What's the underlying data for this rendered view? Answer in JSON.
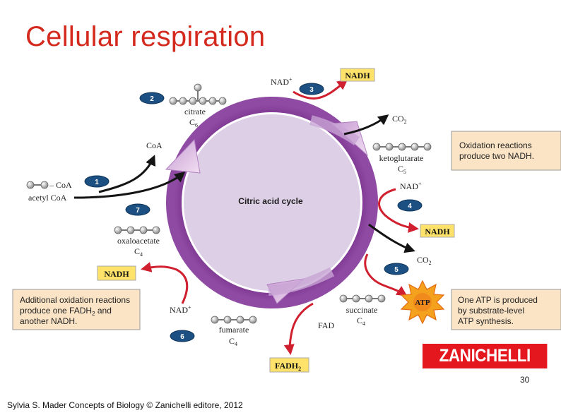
{
  "slide": {
    "title": "Cellular respiration",
    "page_number": "30",
    "credit": "Sylvia S. Mader Concepts of Biology © Zanichelli editore, 2012",
    "logo_text": "ZANICHELLI"
  },
  "diagram": {
    "center_label": "Citric acid cycle",
    "steps": [
      "1",
      "2",
      "3",
      "4",
      "5",
      "6",
      "7"
    ],
    "molecules": {
      "acetyl_coa_small": "– CoA",
      "acetyl_coa": "acetyl CoA",
      "coa": "CoA",
      "citrate": "citrate",
      "citrate_carbons": "C",
      "citrate_sub": "6",
      "ketoglutarate": "ketoglutarate",
      "ketoglutarate_carbons": "C",
      "ketoglutarate_sub": "5",
      "succinate": "succinate",
      "succinate_carbons": "C",
      "succinate_sub": "4",
      "fumarate": "fumarate",
      "fumarate_carbons": "C",
      "fumarate_sub": "4",
      "oxaloacetate": "oxaloacetate",
      "oxaloacetate_carbons": "C",
      "oxaloacetate_sub": "4",
      "co2_base": "CO",
      "co2_sub": "2"
    },
    "cofactors": {
      "nad": "NAD",
      "nad_sup": "+",
      "nadh": "NADH",
      "fad": "FAD",
      "fadh_base": "FADH",
      "fadh_sub": "2",
      "atp": "ATP"
    },
    "notes": {
      "right_top": [
        "Oxidation reactions",
        "produce two NADH."
      ],
      "right_bottom": [
        "One ATP is produced",
        "by substrate-level",
        "ATP synthesis."
      ],
      "left_line1": "Additional oxidation reactions",
      "left_line2_a": "produce one FADH",
      "left_line2_sub": "2",
      "left_line2_b": " and",
      "left_line3": "another NADH."
    },
    "colors": {
      "cycle_purple": "#7b2f8e",
      "cycle_fill": "#ddd0e6",
      "nadh_box": "#ffe26a",
      "note_box": "#fbe4c6",
      "step_badge": "#1c4f82",
      "red_arrow": "#d01f2e",
      "title_red": "#d42a1e"
    }
  }
}
